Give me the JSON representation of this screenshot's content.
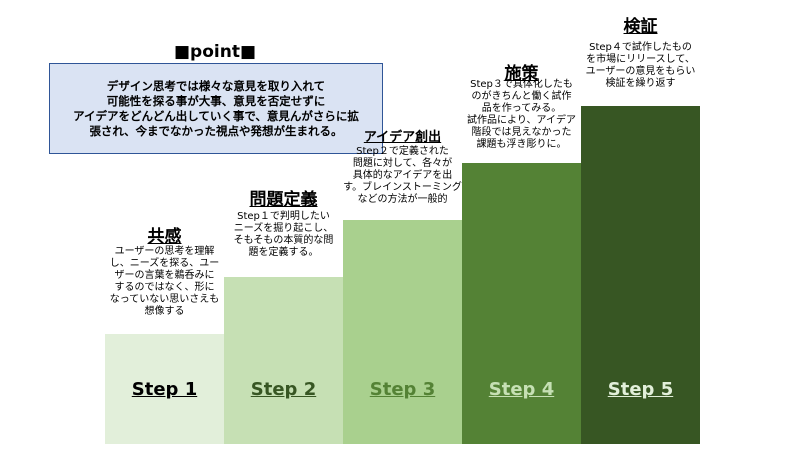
{
  "point": {
    "title": "■point■",
    "text": "デザイン思考では様々な意見を取り入れて\n可能性を探る事が大事、意見を否定せずに\nアイデアをどんどん出していく事で、意見んがさらに拡\n張され、今までなかった視点や発想が生まれる。"
  },
  "steps": [
    {
      "label": "Step 1",
      "heading": "共感",
      "desc": "ユーザーの思考を理解\nし、ニーズを探る、ユー\nザーの言葉を鵜呑みに\nするのではなく、形に\nなっていない思いさえも\n想像する",
      "level": 1,
      "fill_color": "#e2efda",
      "label_color": "#000000"
    },
    {
      "label": "Step 2",
      "heading": "問題定義",
      "desc": "Step１で判明したい\nニーズを掘り起こし、\nそもそもの本質的な問\n題を定義する。",
      "level": 2,
      "fill_color": "#c6e0b4",
      "label_color": "#375623"
    },
    {
      "label": "Step 3",
      "heading": "アイデア創出",
      "desc": "Step２で定義された\n問題に対して、各々が\n具体的なアイデアを出\nす。ブレインストーミング\nなどの方法が一般的",
      "level": 3,
      "fill_color": "#a9d08e",
      "label_color": "#548235"
    },
    {
      "label": "Step 4",
      "heading": "施策",
      "desc": "Step３で具体化したも\nのがきちんと働く試作\n品を作ってみる。\n試作品により、アイデア\n階段では見えなかった\n課題も浮き彫りに。",
      "level": 4,
      "fill_color": "#548235",
      "label_color": "#c6e0b4"
    },
    {
      "label": "Step 5",
      "heading": "検証",
      "desc": "Step４で試作したもの\nを市場にリリースして、\nユーザーの意見をもらい\n検証を繰り返す",
      "level": 5,
      "fill_color": "#375623",
      "label_color": "#e2efda"
    }
  ]
}
